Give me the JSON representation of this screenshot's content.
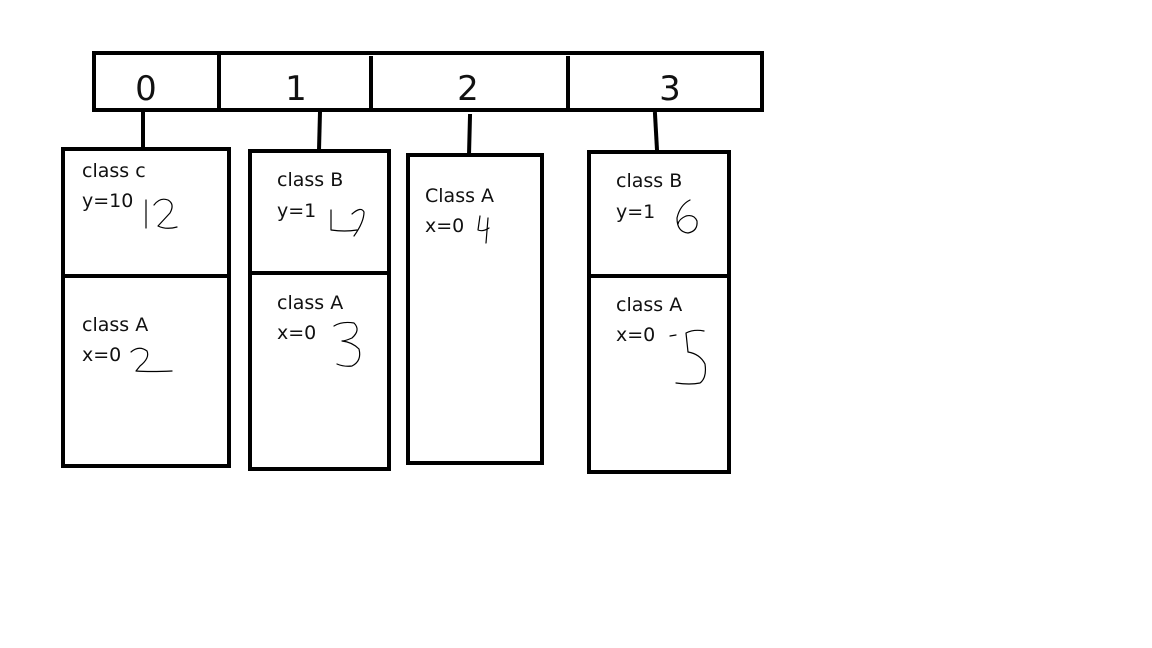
{
  "array_indices": [
    "0",
    "1",
    "2",
    "3"
  ],
  "buckets": [
    {
      "index": "0",
      "entries": [
        {
          "class_label": "class c",
          "field": "y=10",
          "handwritten": "12"
        },
        {
          "class_label": "class A",
          "field": "x=0",
          "handwritten": "2"
        }
      ]
    },
    {
      "index": "1",
      "entries": [
        {
          "class_label": "class B",
          "field": "y=1",
          "handwritten": "4"
        },
        {
          "class_label": "class A",
          "field": "x=0",
          "handwritten": "3"
        }
      ]
    },
    {
      "index": "2",
      "entries": [
        {
          "class_label": "Class A",
          "field": "x=0",
          "handwritten": "4"
        }
      ]
    },
    {
      "index": "3",
      "entries": [
        {
          "class_label": "class B",
          "field": "y=1",
          "handwritten": "6"
        },
        {
          "class_label": "class A",
          "field": "x=0",
          "handwritten": "5"
        }
      ]
    }
  ],
  "colors": {
    "stroke": "#000000",
    "background": "#ffffff"
  }
}
